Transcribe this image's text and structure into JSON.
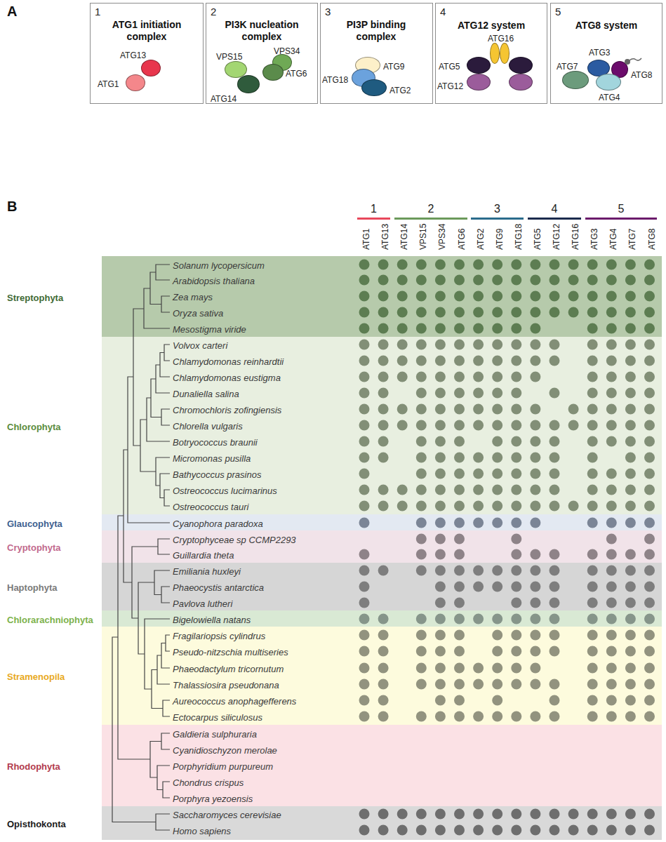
{
  "diagram": {
    "nodes": [
      {
        "text": [
          "1",
          "ATG1 initiation complex"
        ]
      },
      {
        "text": [
          "ATG13"
        ],
        "in": 0
      },
      {
        "text": [
          "ATG1"
        ],
        "in": 0
      },
      {
        "text": [
          "2",
          "PI3K nucleation complex"
        ]
      },
      {
        "text": [
          "VPS15"
        ],
        "in": 3
      },
      {
        "text": [
          "VPS34"
        ],
        "in": 3
      },
      {
        "text": [
          "ATG6"
        ],
        "in": 3
      },
      {
        "text": [
          "ATG14"
        ],
        "in": 3
      },
      {
        "text": [
          "3",
          "PI3P binding complex"
        ]
      },
      {
        "text": [
          "ATG9"
        ],
        "in": 8
      },
      {
        "text": [
          "ATG18"
        ],
        "in": 8
      },
      {
        "text": [
          "ATG2"
        ],
        "in": 8
      },
      {
        "text": [
          "4",
          "ATG12 system"
        ]
      },
      {
        "text": [
          "ATG16"
        ],
        "in": 12
      },
      {
        "text": [
          "ATG5"
        ],
        "in": 12
      },
      {
        "text": [
          "ATG12"
        ],
        "in": 12
      },
      {
        "text": [
          "5",
          "ATG8 system"
        ]
      },
      {
        "text": [
          "ATG7"
        ],
        "in": 16
      },
      {
        "text": [
          "ATG3"
        ],
        "in": 16
      },
      {
        "text": [
          "ATG8"
        ],
        "in": 16
      },
      {
        "text": [
          "ATG4"
        ],
        "in": 16
      },
      {
        "text": [
          "Streptophyta"
        ]
      },
      {
        "text": [
          "Chlorophyta"
        ]
      },
      {
        "text": [
          "Glaucophyta"
        ]
      },
      {
        "text": [
          "Cryptophyta"
        ]
      },
      {
        "text": [
          "Haptophyta"
        ]
      },
      {
        "text": [
          "Chlorarachniophyta"
        ]
      },
      {
        "text": [
          "Stramenopila"
        ]
      },
      {
        "text": [
          "Rhodophyta"
        ]
      },
      {
        "text": [
          "Opisthokonta"
        ]
      }
    ],
    "labels": [
      "A",
      "B",
      "1",
      "2",
      "3",
      "4",
      "5",
      "ATG1",
      "ATG13",
      "ATG14",
      "VPS15",
      "VPS34",
      "ATG6",
      "ATG2",
      "ATG9",
      "ATG18",
      "ATG5",
      "ATG12",
      "ATG16",
      "ATG3",
      "ATG4",
      "ATG7",
      "ATG8",
      "Solanum lycopersicum",
      "Arabidopsis thaliana",
      "Zea mays",
      "Oryza sativa",
      "Mesostigma viride",
      "Volvox carteri",
      "Chlamydomonas reinhardtii",
      "Chlamydomonas eustigma",
      "Dunaliella salina",
      "Chromochloris zofingiensis",
      "Chlorella vulgaris",
      "Botryococcus braunii",
      "Micromonas pusilla",
      "Bathycoccus prasinos",
      "Ostreococcus lucimarinus",
      "Ostreococcus tauri",
      "Cyanophora paradoxa",
      "Cryptophyceae sp CCMP2293",
      "Guillardia theta",
      "Emiliania huxleyi",
      "Phaeocystis antarctica",
      "Pavlova lutheri",
      "Bigelowiella natans",
      "Fragilariopsis cylindrus",
      "Pseudo-nitzschia multiseries",
      "Phaeodactylum tricornutum",
      "Thalassiosira pseudonana",
      "Aureococcus anophagefferens",
      "Ectocarpus siliculosus",
      "Galdieria sulphuraria",
      "Cyanidioschyzon merolae",
      "Porphyridium purpureum",
      "Chondrus crispus",
      "Porphyra yezoensis",
      "Saccharomyces cerevisiae",
      "Homo sapiens"
    ]
  }
}
